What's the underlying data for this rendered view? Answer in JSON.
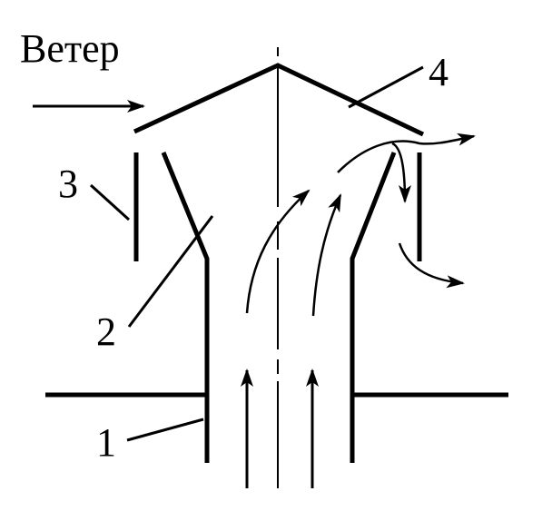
{
  "title": "Ветер",
  "labels": {
    "pipe": "1",
    "diffuser": "2",
    "shell": "3",
    "cap": "4"
  },
  "colors": {
    "ink": "#000000",
    "background": "#ffffff"
  }
}
